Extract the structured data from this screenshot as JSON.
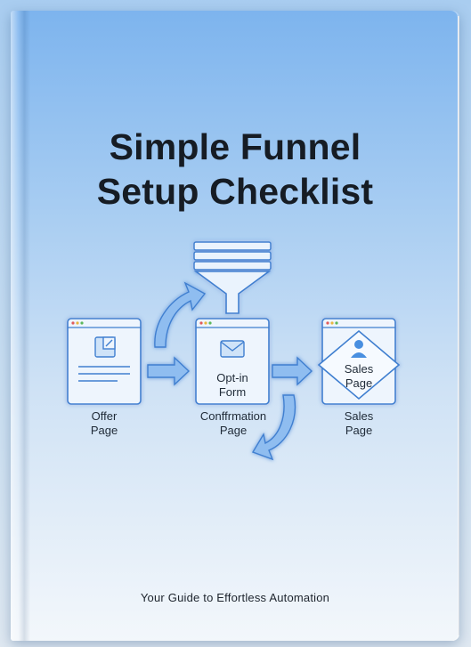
{
  "cover": {
    "title_line1": "Simple Funnel",
    "title_line2": "Setup Checklist",
    "subtitle": "Your Guide to Effortless Automation"
  },
  "diagram": {
    "offer_label_line1": "Offer",
    "offer_label_line2": "Page",
    "optin_inner_line1": "Opt-in",
    "optin_inner_line2": "Form",
    "confirmation_label_line1": "Conffrmation",
    "confirmation_label_line2": "Page",
    "sales_inner_line1": "Sales",
    "sales_inner_line2": "Page",
    "sales_label_line1": "Sales",
    "sales_label_line2": "Page"
  },
  "icons": [
    "funnel-icon",
    "document-icon",
    "envelope-icon",
    "user-icon",
    "arrow-right-icon",
    "curved-arrow-icon"
  ],
  "colors": {
    "accent": "#4a8fe0",
    "stroke": "#3f7fd0",
    "panel": "#eaf3fd",
    "text": "#161c24"
  }
}
